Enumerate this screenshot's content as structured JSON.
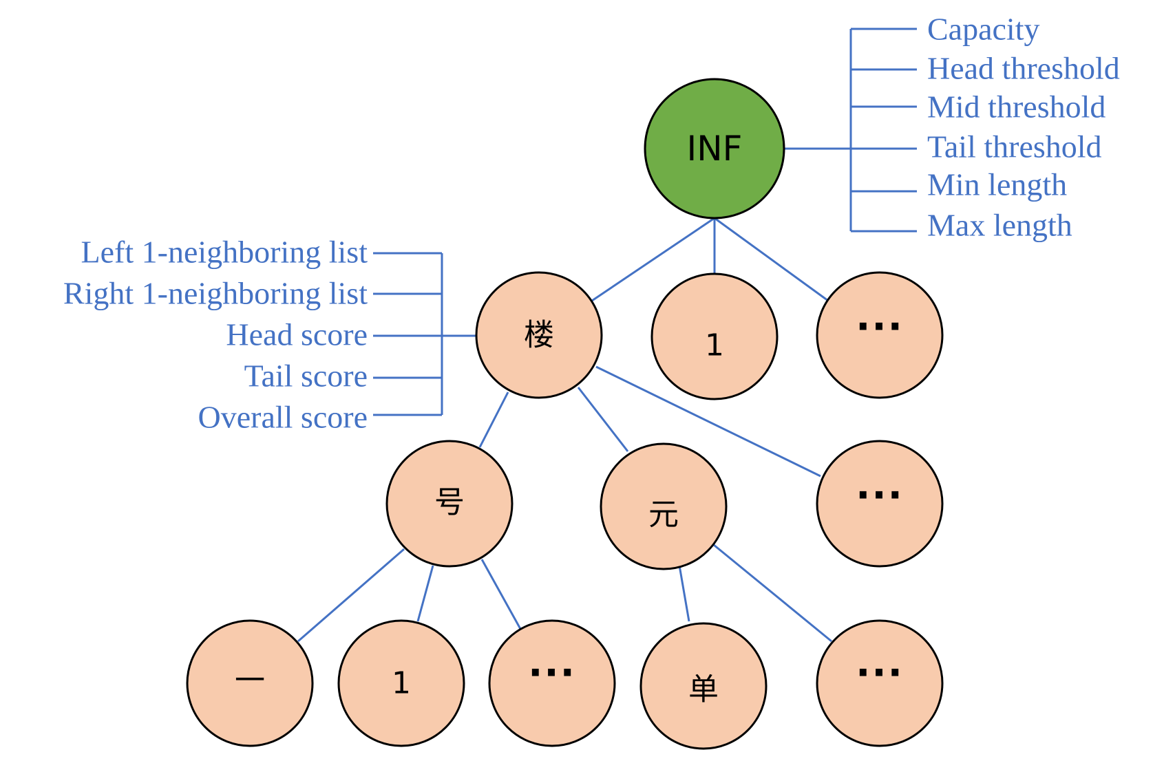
{
  "colors": {
    "edge": "#4472C4",
    "root_fill": "#70AD47",
    "node_fill": "#F8CBAD",
    "attribute_text": "#4472C4"
  },
  "root": {
    "label": "INF"
  },
  "root_attributes": [
    "Capacity",
    "Head threshold",
    "Mid threshold",
    "Tail threshold",
    "Min length",
    "Max length"
  ],
  "node_attributes": [
    "Left 1-neighboring list",
    "Right 1-neighboring list",
    "Head score",
    "Tail score",
    "Overall score"
  ],
  "level1": [
    "楼",
    "1",
    "···"
  ],
  "level2": [
    "号",
    "元",
    "···"
  ],
  "level3": [
    "一",
    "1",
    "···",
    "单",
    "···"
  ]
}
